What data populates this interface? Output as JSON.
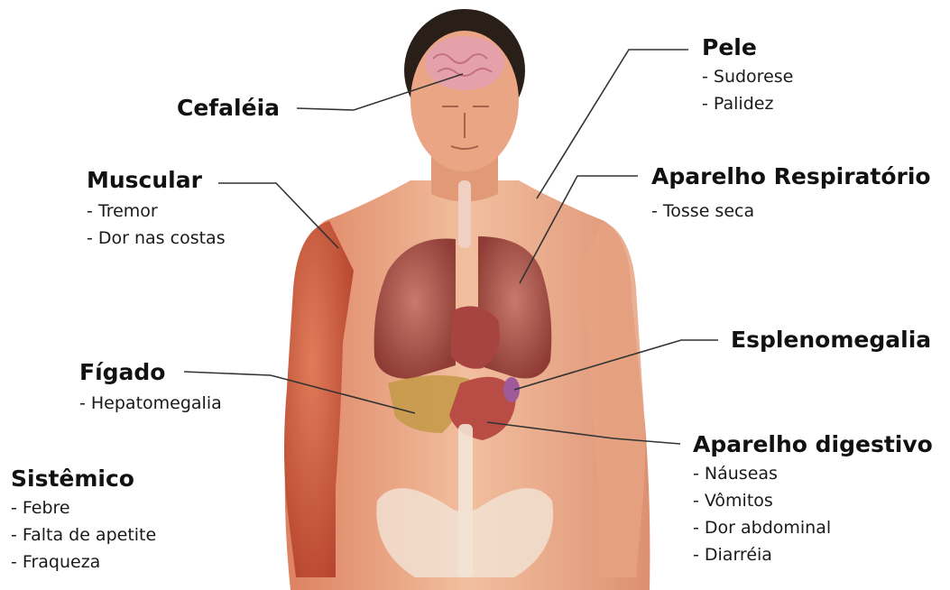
{
  "labels": {
    "cefaleia": {
      "title": "Cefaléia"
    },
    "pele": {
      "title": "Pele",
      "items": [
        "- Sudorese",
        "- Palidez"
      ]
    },
    "muscular": {
      "title": "Muscular",
      "items": [
        "- Tremor",
        "- Dor nas costas"
      ]
    },
    "respiratorio": {
      "title": "Aparelho Respiratório",
      "items": [
        "- Tosse seca"
      ]
    },
    "esplenomegalia": {
      "title": "Esplenomegalia"
    },
    "figado": {
      "title": "Fígado",
      "items": [
        "- Hepatomegalia"
      ]
    },
    "digestivo": {
      "title": "Aparelho digestivo",
      "items": [
        "- Náuseas",
        "- Vômitos",
        "- Dor abdominal",
        "- Diarréia"
      ]
    },
    "sistemico": {
      "title": "Sistêmico",
      "items": [
        "- Febre",
        "- Falta de apetite",
        "- Fraqueza"
      ]
    }
  },
  "colors": {
    "skin": "#e8a27c",
    "muscle": "#c9553a",
    "hair": "#2a1e18",
    "lung": "#b4574a",
    "liver": "#c59a4a",
    "spleen": "#a05a9a",
    "bone": "#f3e3d6"
  }
}
